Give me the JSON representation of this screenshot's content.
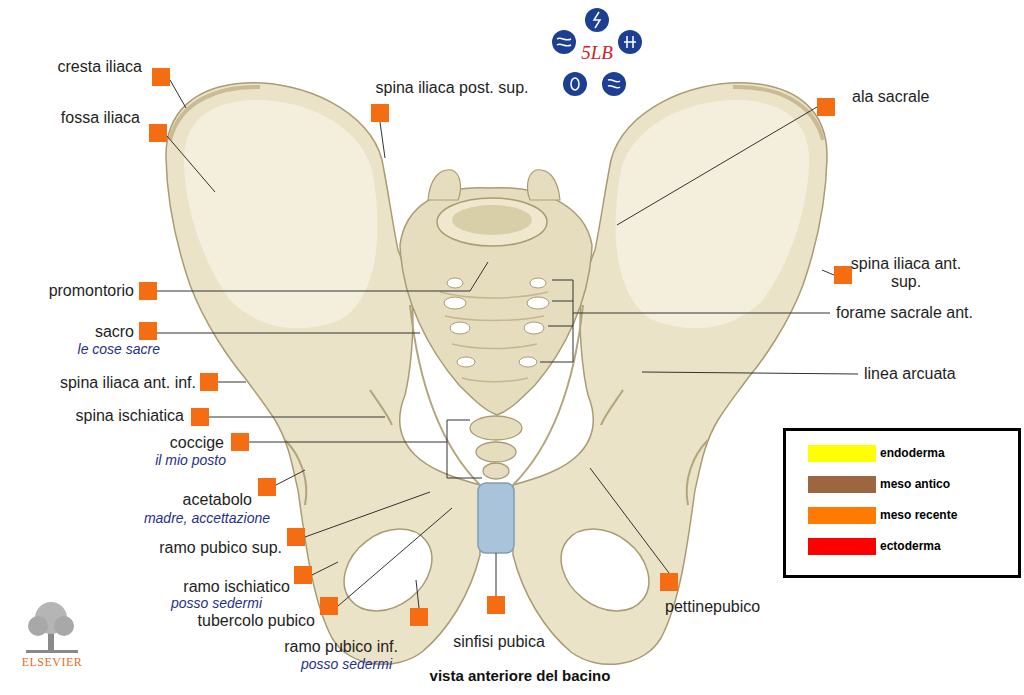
{
  "diagram": {
    "caption": "vista anteriore del bacino",
    "labels": [
      "cresta iliaca",
      "fossa iliaca",
      "spina iliaca post. sup.",
      "ala sacrale",
      "spina iliaca ant. sup.",
      "promontorio",
      "forame sacrale ant.",
      "sacro",
      "le cose sacre",
      "linea arcuata",
      "spina iliaca ant. inf.",
      "spina ischiatica",
      "coccige",
      "il mio posto",
      "acetabolo",
      "madre, accettazione",
      "ramo pubico sup.",
      "ramo ischiatico",
      "posso sedermi",
      "tubercolo pubico",
      "pettinepubico",
      "ramo pubico inf.",
      "posso sedermi",
      "sinfisi pubica",
      "5LB",
      "ELSEVIER"
    ],
    "legend": [
      {
        "text": "endoderma",
        "color": "#ffff00"
      },
      {
        "text": "meso antico",
        "color": "#9c6640"
      },
      {
        "text": "meso recente",
        "color": "#ff7a00"
      },
      {
        "text": "ectoderma",
        "color": "#ff0000"
      }
    ]
  }
}
